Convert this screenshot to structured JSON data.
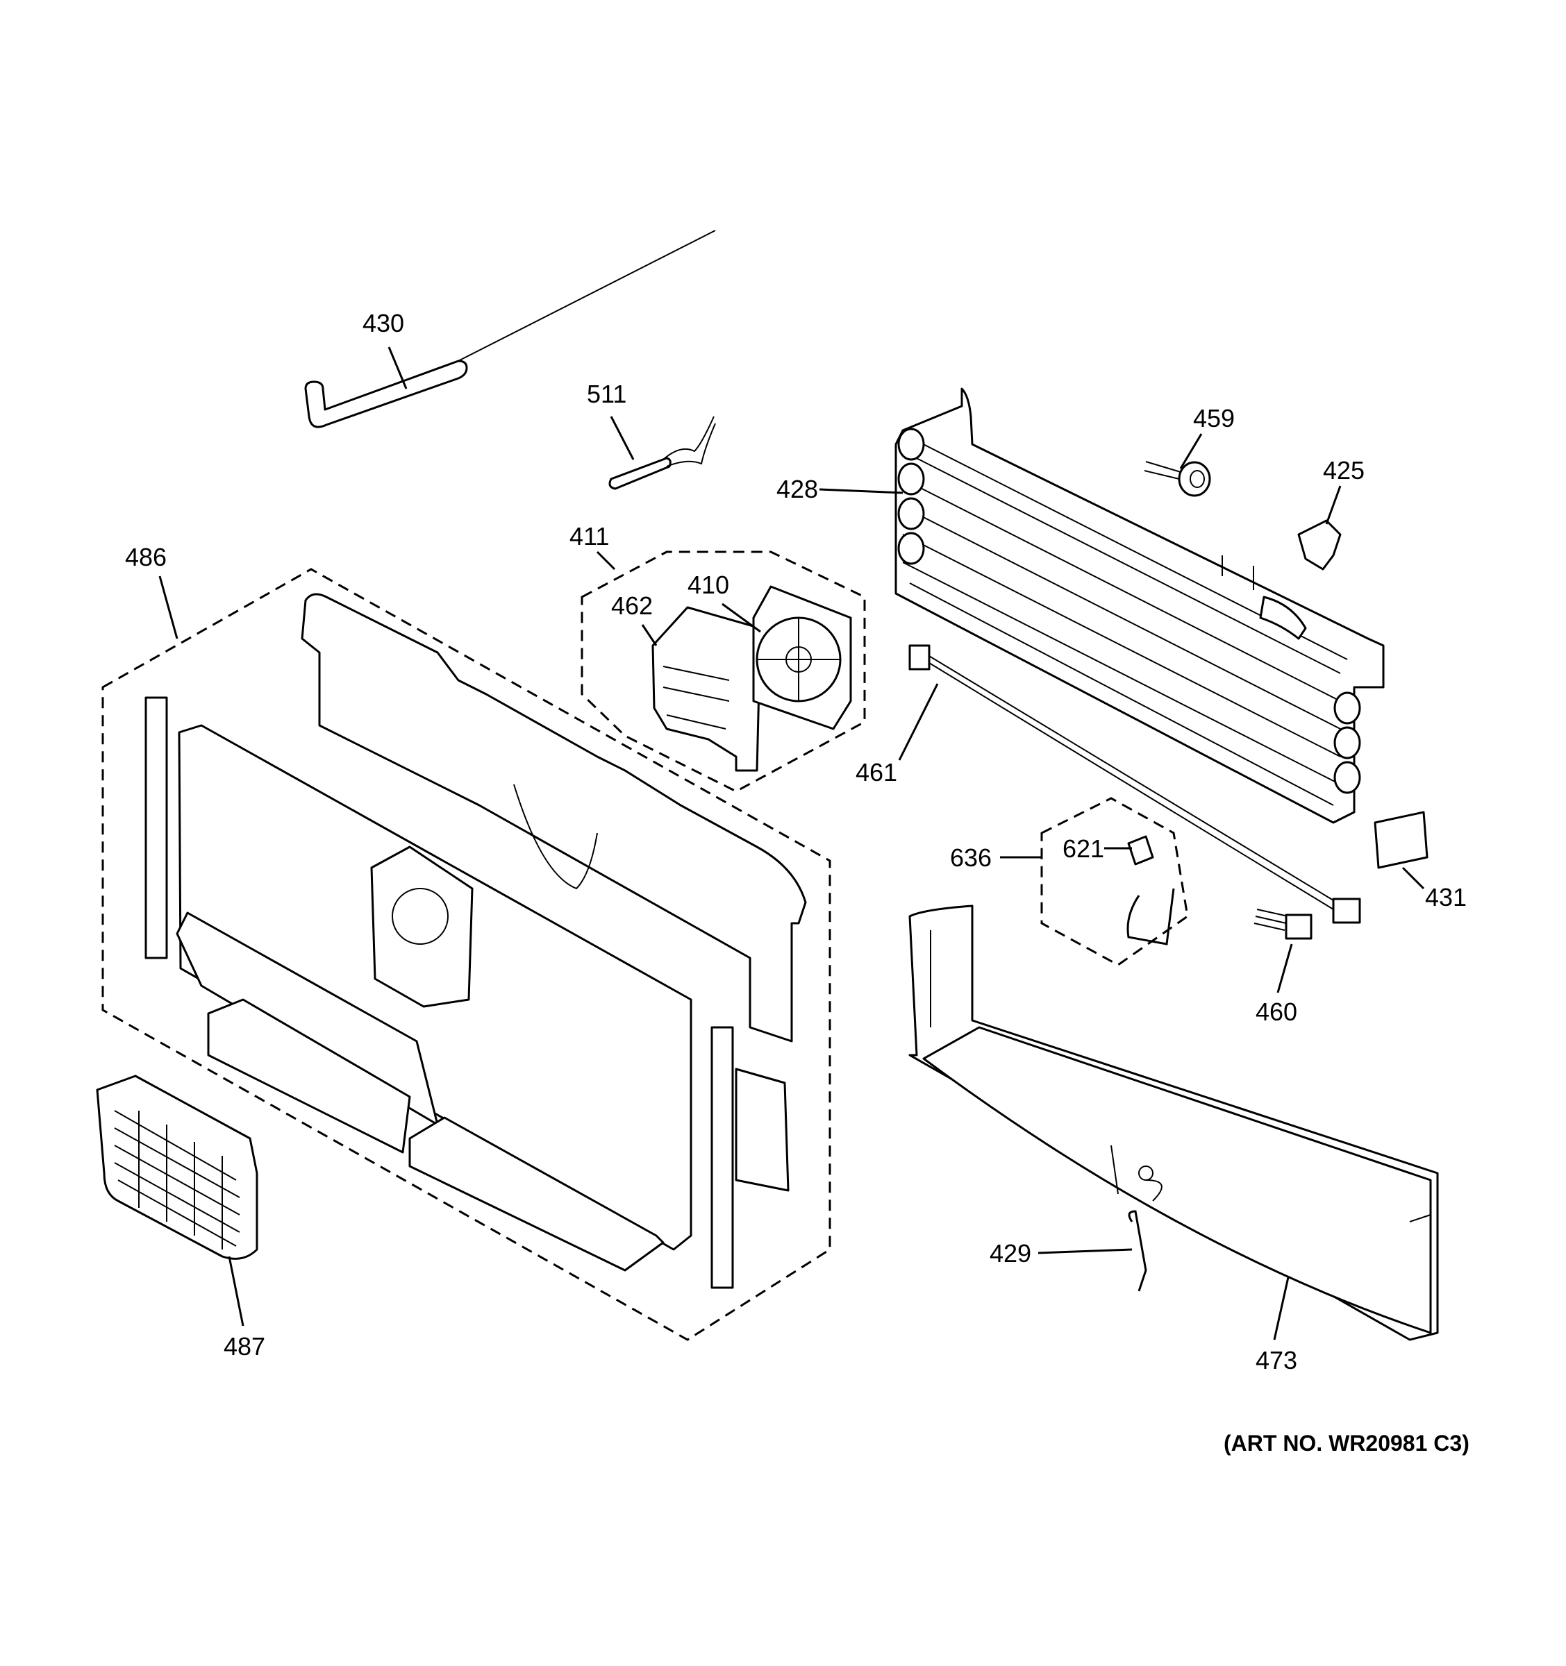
{
  "labels": {
    "p430": "430",
    "p511": "511",
    "p459": "459",
    "p425": "425",
    "p428": "428",
    "p411": "411",
    "p486": "486",
    "p462": "462",
    "p410": "410",
    "p461": "461",
    "p636": "636",
    "p621": "621",
    "p431": "431",
    "p460": "460",
    "p487": "487",
    "p429": "429",
    "p473": "473"
  },
  "art_number": "(ART NO. WR20981 C3)"
}
